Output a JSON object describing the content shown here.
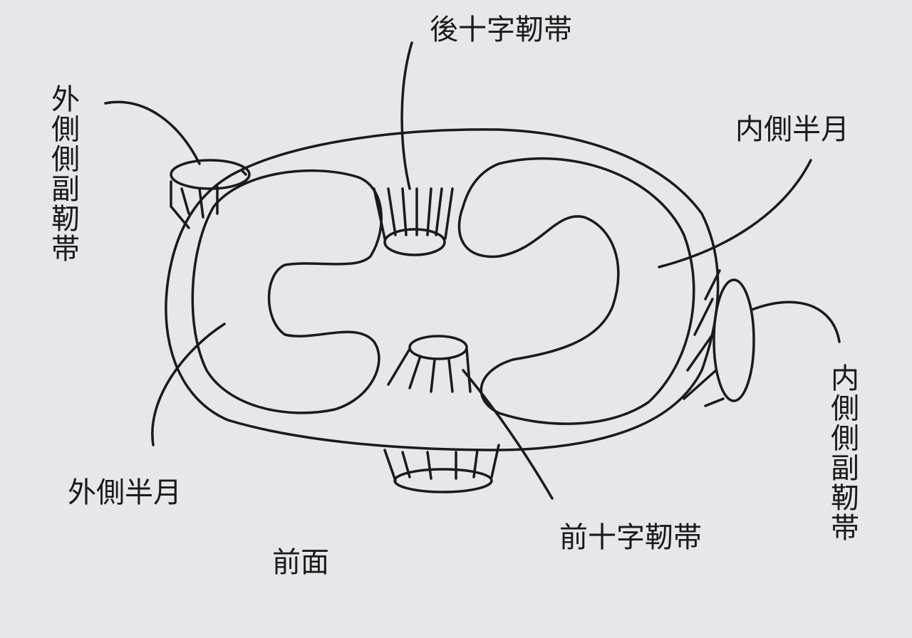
{
  "labels": {
    "pcl": "後十字靭帯",
    "lcl": "外側側副靭帯",
    "medial_meniscus": "内側半月",
    "mcl": "内側側副靭帯",
    "lateral_meniscus": "外側半月",
    "acl": "前十字靭帯",
    "anterior": "前面"
  },
  "colors": {
    "background": "#e7e6ea",
    "ink": "#1a1a1a"
  }
}
